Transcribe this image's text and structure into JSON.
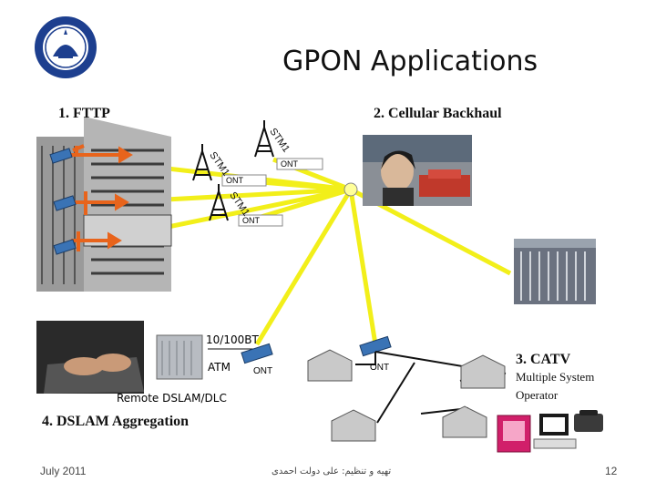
{
  "slide": {
    "title": "GPON Applications",
    "footer_date": "July 2011",
    "footer_author": "تهیه و تنظیم: علی دولت احمدی",
    "page_number": "12"
  },
  "sections": {
    "fttp": "1. FTTP",
    "cellular": "2. Cellular Backhaul",
    "catv": "3. CATV",
    "catv_sub1": "Multiple System",
    "catv_sub2": "Operator",
    "dslam": "4. DSLAM Aggregation"
  },
  "labels": {
    "stm1_a": "STM1",
    "stm1_b": "STM1",
    "stm1_c": "STM1",
    "ont_a": "ONT",
    "ont_b": "ONT",
    "ont_c": "ONT",
    "ont_dslam": "ONT",
    "ont_catv": "ONT",
    "ethernet": "10/100BT",
    "atm": "ATM",
    "remote_dslam": "Remote DSLAM/DLC"
  },
  "colors": {
    "fiber": "#f2ef1a",
    "arrow": "#e8641c",
    "splitter": "#ffff99"
  }
}
